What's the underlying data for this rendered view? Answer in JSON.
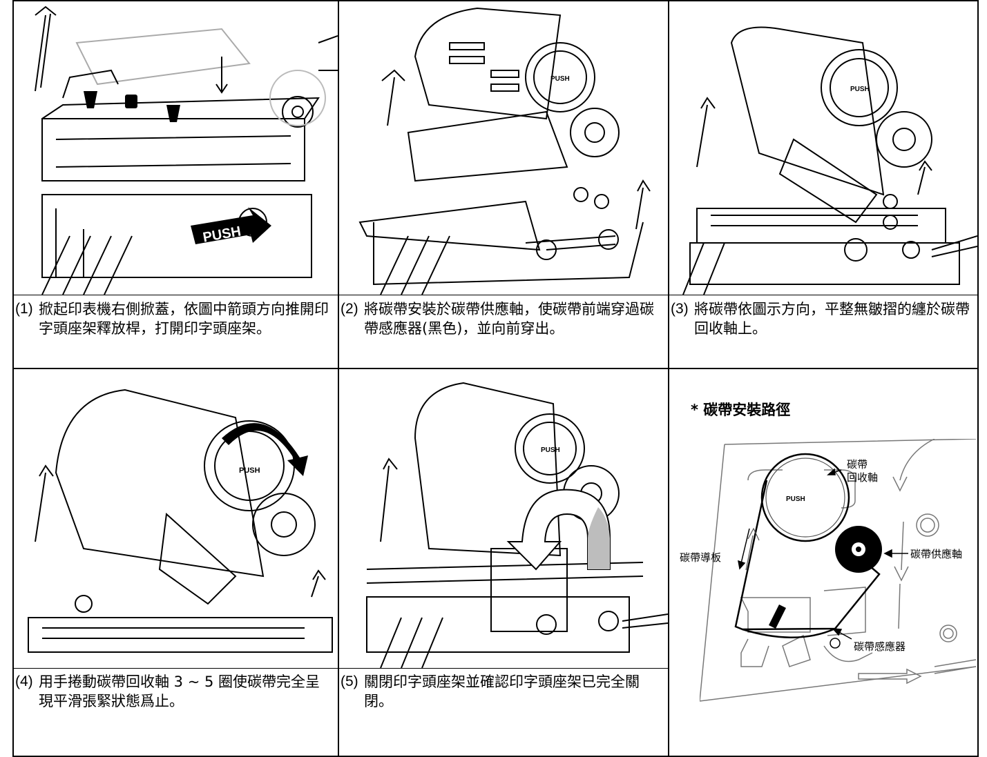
{
  "steps": [
    {
      "num": "(1)",
      "text": "掀起印表機右側掀蓋，依圖中箭頭方向推開印字頭座架釋放桿，打開印字頭座架。",
      "push_label": "PUSH"
    },
    {
      "num": "(2)",
      "text": "將碳帶安裝於碳帶供應軸，使碳帶前端穿過碳帶感應器(黑色)，並向前穿出。",
      "push_label": "PUSH"
    },
    {
      "num": "(3)",
      "text": "將碳帶依圖示方向，平整無皺摺的纏於碳帶回收軸上。",
      "push_label": "PUSH"
    },
    {
      "num": "(4)",
      "text": "用手捲動碳帶回收軸 3 ~ 5 圈使碳帶完全呈現平滑張緊狀態爲止。",
      "push_label": "PUSH"
    },
    {
      "num": "(5)",
      "text": "關閉印字頭座架並確認印字頭座架已完全關閉。",
      "push_label": "PUSH"
    }
  ],
  "ribbon_path": {
    "title": "* 碳帶安裝路徑",
    "rewind_label": "碳帶\n回收軸",
    "supply_label": "碳帶供應軸",
    "guide_label": "碳帶導板",
    "sensor_label": "碳帶感應器",
    "push_label": "PUSH"
  }
}
